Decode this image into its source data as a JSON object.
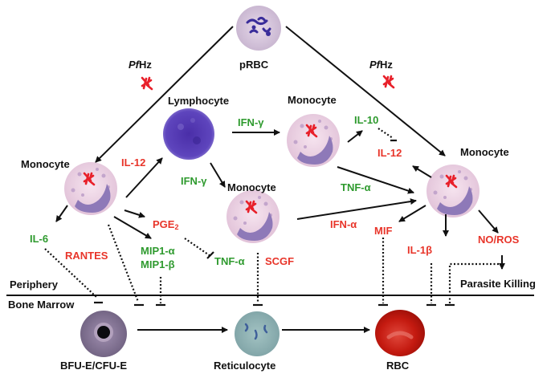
{
  "colors": {
    "line": "#111111",
    "pro_cytokine": "#e8352a",
    "anti_cytokine": "#2e9a2e",
    "monocyte_body": "#efd6e6",
    "monocyte_nucleus": "#8e79b8",
    "hemozoin": "#e8202a",
    "lymphocyte": "#5b3fb8",
    "prbc": "#d9c8df",
    "parasite": "#3a2d9a",
    "rbc": "#c4190f",
    "reticulocyte": "#8fb3b3",
    "progenitor": "#8a7898"
  },
  "cells": {
    "prbc": "pRBC",
    "lymphocyte": "Lymphocyte",
    "monocyte_left": "Monocyte",
    "monocyte_top_center": "Monocyte",
    "monocyte_center": "Monocyte",
    "monocyte_right": "Monocyte",
    "progenitor": "BFU-E/CFU-E",
    "reticulocyte": "Reticulocyte",
    "rbc": "RBC"
  },
  "hemozoin_labels": {
    "left": {
      "italic": "Pf",
      "rest": "Hz"
    },
    "right": {
      "italic": "Pf",
      "rest": "Hz"
    }
  },
  "cytokines": {
    "il12_left": "IL-12",
    "ifng_top": "IFN-γ",
    "ifng_down": "IFN-γ",
    "il10": "IL-10",
    "il12_right": "IL-12",
    "tnfa_mid": "TNF-α",
    "il6": "IL-6",
    "rantes": "RANTES",
    "pge2_main": "PGE",
    "pge2_sub": "2",
    "mip1a": "MIP1-α",
    "mip1b": "MIP1-β",
    "tnfa_low": "TNF-α",
    "scgf": "SCGF",
    "ifna": "IFN-α",
    "mif": "MIF",
    "il1b": "IL-1β",
    "no_ros": "NO/ROS"
  },
  "compartments": {
    "periphery": "Periphery",
    "bone_marrow": "Bone Marrow",
    "parasite_killing": "Parasite Killing"
  }
}
